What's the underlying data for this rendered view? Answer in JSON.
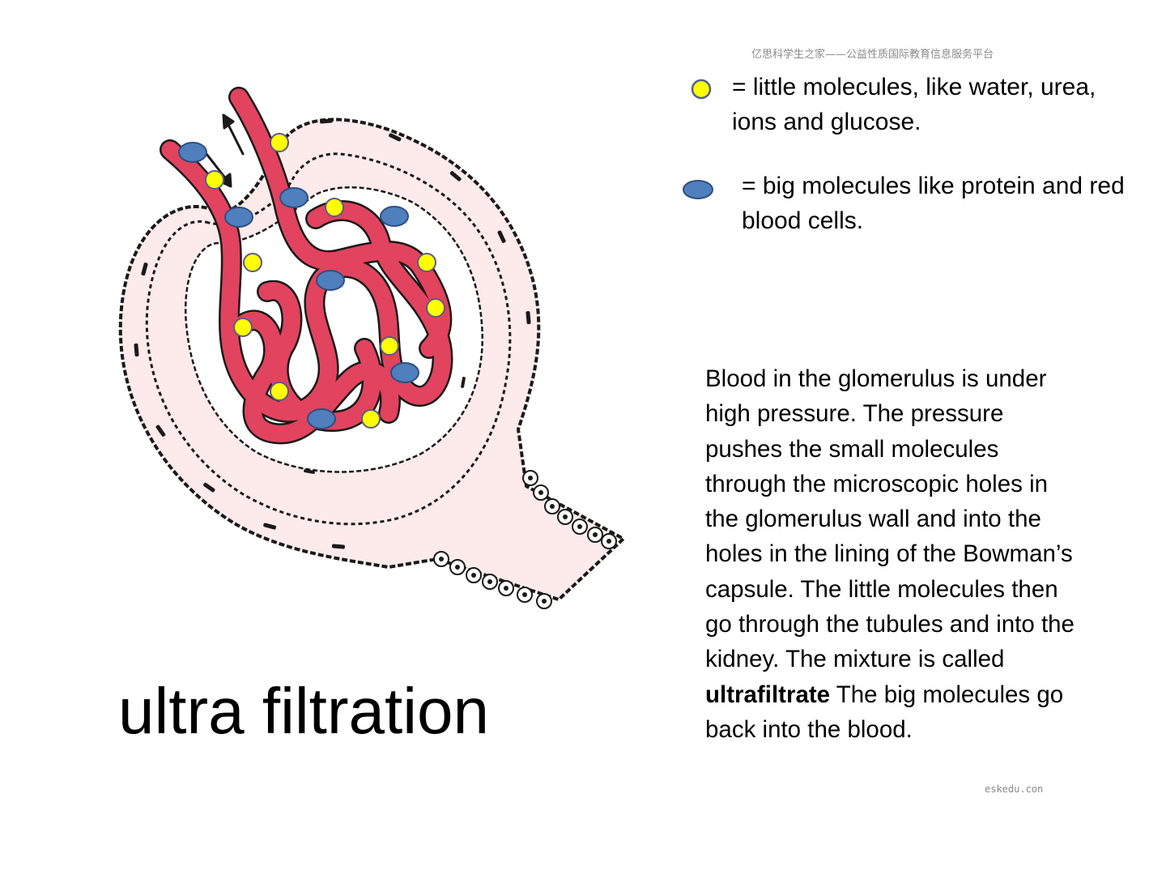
{
  "watermark": {
    "top": "亿思科学生之家——公益性质国际教育信息服务平台",
    "bottom": "eskedu.con"
  },
  "legend": {
    "small": {
      "icon": "yellow-circle",
      "color": "#ffff00",
      "text": "= little molecules, like water, urea, ions and glucose."
    },
    "big": {
      "icon": "blue-ellipse",
      "color": "#4f7fbd",
      "text": "= big molecules like protein and red blood cells."
    }
  },
  "explanation": {
    "before": "Blood in the glomerulus is under high pressure. The pressure pushes the small molecules through the microscopic holes in the glomerulus wall and into the holes in the lining of the Bowman’s capsule. The little molecules then go through the tubules and into the kidney. The mixture is called ",
    "bold": "ultrafiltrate",
    "after": " The big molecules go back into the blood."
  },
  "title": "ultra filtration",
  "colors": {
    "blood_vessel": "#e2435f",
    "capsule_fill": "#fdeaea",
    "small_molecule": "#ffff00",
    "big_molecule": "#4f7fbd"
  }
}
